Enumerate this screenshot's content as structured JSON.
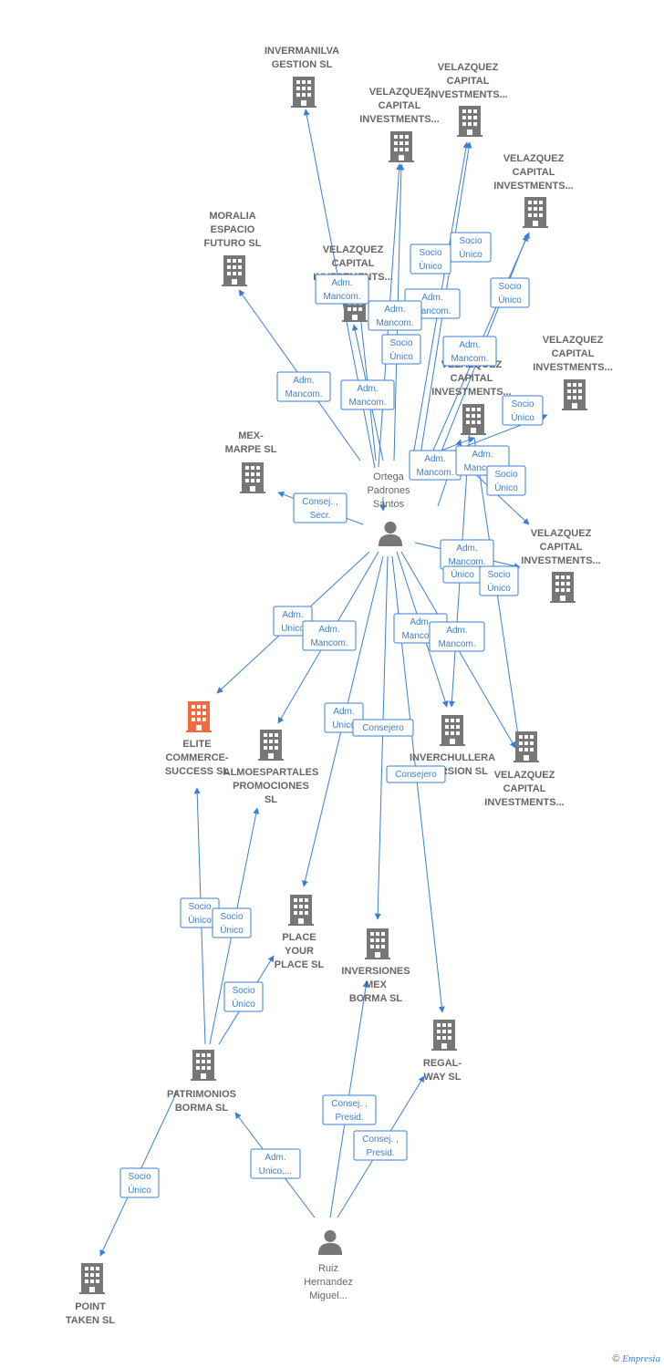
{
  "colors": {
    "edge": "#3a7fd5",
    "node": "#777777",
    "highlight": "#f26a3d",
    "label": "#666666"
  },
  "nodes": [
    {
      "id": "invermanilva",
      "kind": "company",
      "lines": [
        "INVERMANILVA",
        "GESTION  SL"
      ],
      "icon": "building-icon"
    },
    {
      "id": "vel1",
      "kind": "company",
      "lines": [
        "VELAZQUEZ",
        "CAPITAL",
        "INVESTMENTS..."
      ],
      "icon": "building-icon"
    },
    {
      "id": "vel2",
      "kind": "company",
      "lines": [
        "VELAZQUEZ",
        "CAPITAL",
        "INVESTMENTS..."
      ],
      "icon": "building-icon"
    },
    {
      "id": "vel3",
      "kind": "company",
      "lines": [
        "VELAZQUEZ",
        "CAPITAL",
        "INVESTMENTS..."
      ],
      "icon": "building-icon"
    },
    {
      "id": "moralia",
      "kind": "company",
      "lines": [
        "MORALIA",
        "ESPACIO",
        "FUTURO SL"
      ],
      "icon": "building-icon"
    },
    {
      "id": "vel4",
      "kind": "company",
      "lines": [
        "VELAZQUEZ",
        "CAPITAL",
        "INVESTMENTS..."
      ],
      "icon": "building-icon"
    },
    {
      "id": "vel5",
      "kind": "company",
      "lines": [
        "VELAZQUEZ",
        "CAPITAL",
        "INVESTMENTS..."
      ],
      "icon": "building-icon"
    },
    {
      "id": "vel6",
      "kind": "company",
      "lines": [
        "VELAZQUEZ",
        "CAPITAL",
        "INVESTMENTS..."
      ],
      "icon": "building-icon"
    },
    {
      "id": "mexmarpe",
      "kind": "company",
      "lines": [
        "MEX-",
        "MARPE SL"
      ],
      "icon": "building-icon"
    },
    {
      "id": "ortega",
      "kind": "person",
      "lines": [
        "Ortega",
        "Padrones",
        "Santos"
      ],
      "icon": "person-icon"
    },
    {
      "id": "vel7",
      "kind": "company",
      "lines": [
        "VELAZQUEZ",
        "CAPITAL",
        "INVESTMENTS..."
      ],
      "icon": "building-icon"
    },
    {
      "id": "elite",
      "kind": "company-highlight",
      "lines": [
        "ELITE",
        "COMMERCE-",
        "SUCCESS  SL"
      ],
      "icon": "building-icon"
    },
    {
      "id": "almoespartales",
      "kind": "company",
      "lines": [
        "ALMOESPARTALES",
        "PROMOCIONES",
        "SL"
      ],
      "icon": "building-icon"
    },
    {
      "id": "inverchullera",
      "kind": "company",
      "lines": [
        "INVERCHULLERA",
        "INVERSION  SL"
      ],
      "icon": "building-icon"
    },
    {
      "id": "vel8",
      "kind": "company",
      "lines": [
        "VELAZQUEZ",
        "CAPITAL",
        "INVESTMENTS..."
      ],
      "icon": "building-icon"
    },
    {
      "id": "placeyourplace",
      "kind": "company",
      "lines": [
        "PLACE",
        "YOUR",
        "PLACE  SL"
      ],
      "icon": "building-icon"
    },
    {
      "id": "inversionesmex",
      "kind": "company",
      "lines": [
        "INVERSIONES",
        "MEX",
        "BORMA  SL"
      ],
      "icon": "building-icon"
    },
    {
      "id": "regalway",
      "kind": "company",
      "lines": [
        "REGAL-",
        "WAY  SL"
      ],
      "icon": "building-icon"
    },
    {
      "id": "patrimonios",
      "kind": "company",
      "lines": [
        "PATRIMONIOS",
        "BORMA SL"
      ],
      "icon": "building-icon"
    },
    {
      "id": "pointtaken",
      "kind": "company",
      "lines": [
        "POINT",
        "TAKEN  SL"
      ],
      "icon": "building-icon"
    },
    {
      "id": "ruiz",
      "kind": "person",
      "lines": [
        "Ruiz",
        "Hernandez",
        "Miguel..."
      ],
      "icon": "person-icon"
    }
  ],
  "edge_labels": [
    {
      "lines": [
        "Socio",
        "Único"
      ]
    },
    {
      "lines": [
        "Socio",
        "Único"
      ]
    },
    {
      "lines": [
        "Socio",
        "Único"
      ]
    },
    {
      "lines": [
        "Adm.",
        "Mancom."
      ]
    },
    {
      "lines": [
        "Adm.",
        "Mancom."
      ]
    },
    {
      "lines": [
        "Adm.",
        "Mancom."
      ]
    },
    {
      "lines": [
        "Socio",
        "Único"
      ]
    },
    {
      "lines": [
        "Adm.",
        "Mancom."
      ]
    },
    {
      "lines": [
        "Adm.",
        "Mancom."
      ]
    },
    {
      "lines": [
        "Adm.",
        "Mancom."
      ]
    },
    {
      "lines": [
        "Socio",
        "Único"
      ]
    },
    {
      "lines": [
        "Adm.",
        "Mancom."
      ]
    },
    {
      "lines": [
        "Adm.",
        "Mancom."
      ]
    },
    {
      "lines": [
        "Socio",
        "Único"
      ]
    },
    {
      "lines": [
        "Consej. ,",
        "Secr."
      ]
    },
    {
      "lines": [
        "Adm.",
        "Mancom."
      ]
    },
    {
      "lines": [
        "Único"
      ]
    },
    {
      "lines": [
        "Socio",
        "Único"
      ]
    },
    {
      "lines": [
        "Adm.",
        "Unico"
      ]
    },
    {
      "lines": [
        "Adm.",
        "Mancom."
      ]
    },
    {
      "lines": [
        "Adm.",
        "Mancom."
      ]
    },
    {
      "lines": [
        "Adm.",
        "Mancom."
      ]
    },
    {
      "lines": [
        "Adm.",
        "Unico"
      ]
    },
    {
      "lines": [
        "Consejero"
      ]
    },
    {
      "lines": [
        "Consejero"
      ]
    },
    {
      "lines": [
        "Socio",
        "Único"
      ]
    },
    {
      "lines": [
        "Socio",
        "Único"
      ]
    },
    {
      "lines": [
        "Socio",
        "Único"
      ]
    },
    {
      "lines": [
        "Consej. ,",
        "Presid."
      ]
    },
    {
      "lines": [
        "Consej. ,",
        "Presid."
      ]
    },
    {
      "lines": [
        "Adm.",
        "Unico,..."
      ]
    },
    {
      "lines": [
        "Socio",
        "Único"
      ]
    }
  ],
  "brand": {
    "copyright": "©",
    "name": "Empresia"
  }
}
